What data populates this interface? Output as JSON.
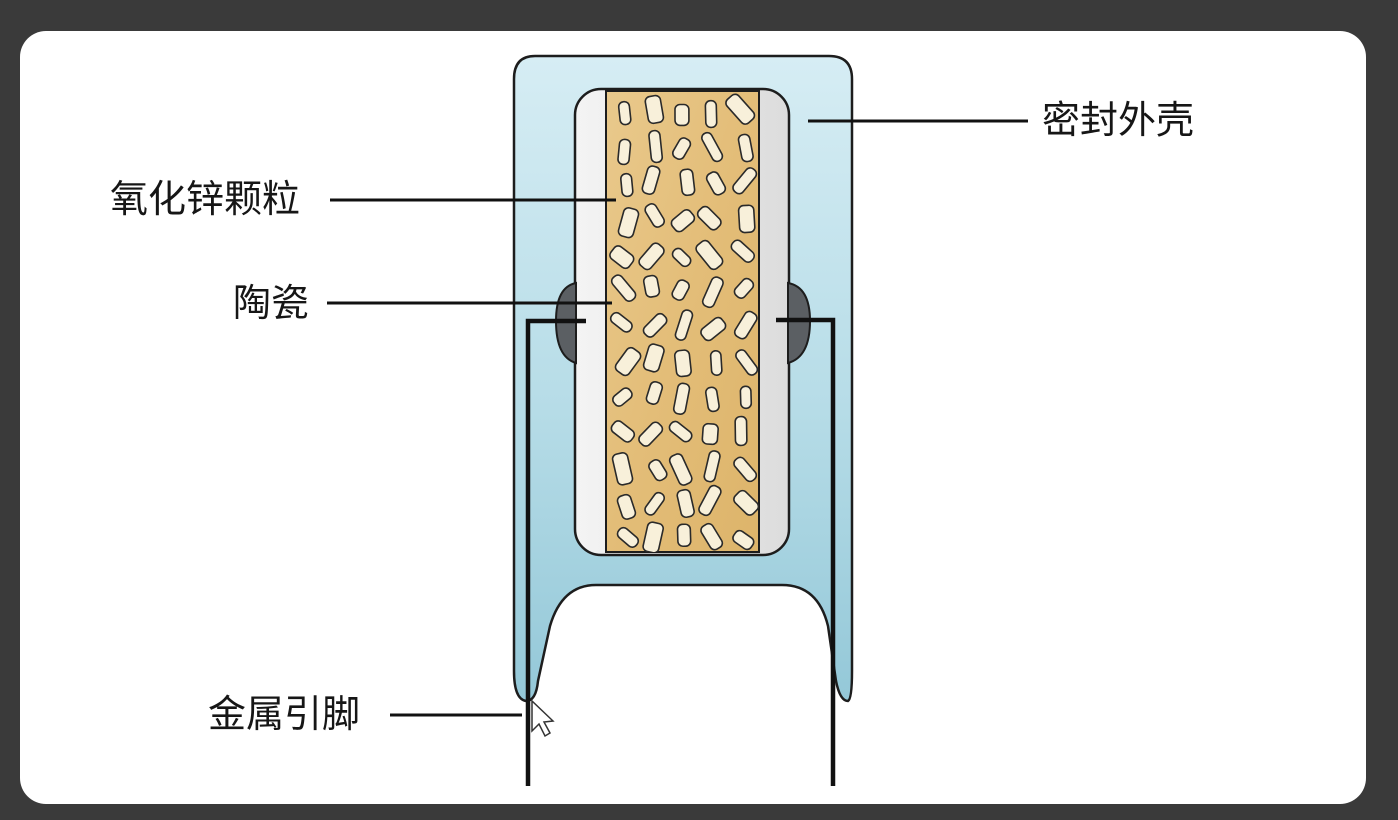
{
  "labels": {
    "zinc_oxide_particles": "氧化锌颗粒",
    "ceramic": "陶瓷",
    "sealed_shell": "密封外壳",
    "metal_leads": "金属引脚"
  },
  "colors": {
    "background": "#3a3a3a",
    "canvas": "#ffffff",
    "shell": "#b5dbe6",
    "ceramic_core": "#e2bd7a",
    "particle": "#f8f0da",
    "lead": "#111111",
    "contact": "#5b5f63"
  }
}
